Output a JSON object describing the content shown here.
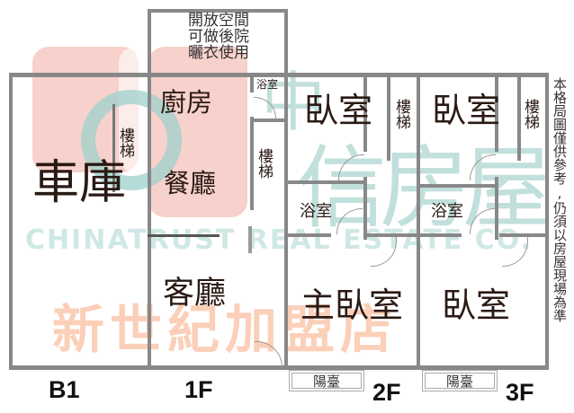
{
  "plan": {
    "annex_note": [
      "開放空間",
      "可做後院",
      "曬衣使用"
    ],
    "disclaimer": "本格局圖僅供參考,仍須以房屋現場為準",
    "watermark": {
      "brand_cn": "中信房屋",
      "brand_en": "CHINATRUST REAL ESTATE CO.",
      "franchise": "新世紀加盟店"
    },
    "colors": {
      "wall": "#888888",
      "watermark_red": "#f6c9c2",
      "watermark_teal": "#9dd0cc",
      "watermark_orange": "#f9b08a",
      "text": "#2a1a14"
    }
  },
  "floors": [
    {
      "label": "B1",
      "rooms": [
        {
          "name": "車庫"
        },
        {
          "name": "樓梯"
        }
      ]
    },
    {
      "label": "1F",
      "rooms": [
        {
          "name": "廚房"
        },
        {
          "name": "餐廳"
        },
        {
          "name": "浴室"
        },
        {
          "name": "樓梯"
        },
        {
          "name": "客廳"
        }
      ]
    },
    {
      "label": "2F",
      "rooms": [
        {
          "name": "臥室"
        },
        {
          "name": "樓梯"
        },
        {
          "name": "浴室"
        },
        {
          "name": "主臥室"
        },
        {
          "name": "陽臺"
        }
      ]
    },
    {
      "label": "3F",
      "rooms": [
        {
          "name": "臥室"
        },
        {
          "name": "樓梯"
        },
        {
          "name": "浴室"
        },
        {
          "name": "臥室"
        },
        {
          "name": "陽臺"
        }
      ]
    }
  ]
}
